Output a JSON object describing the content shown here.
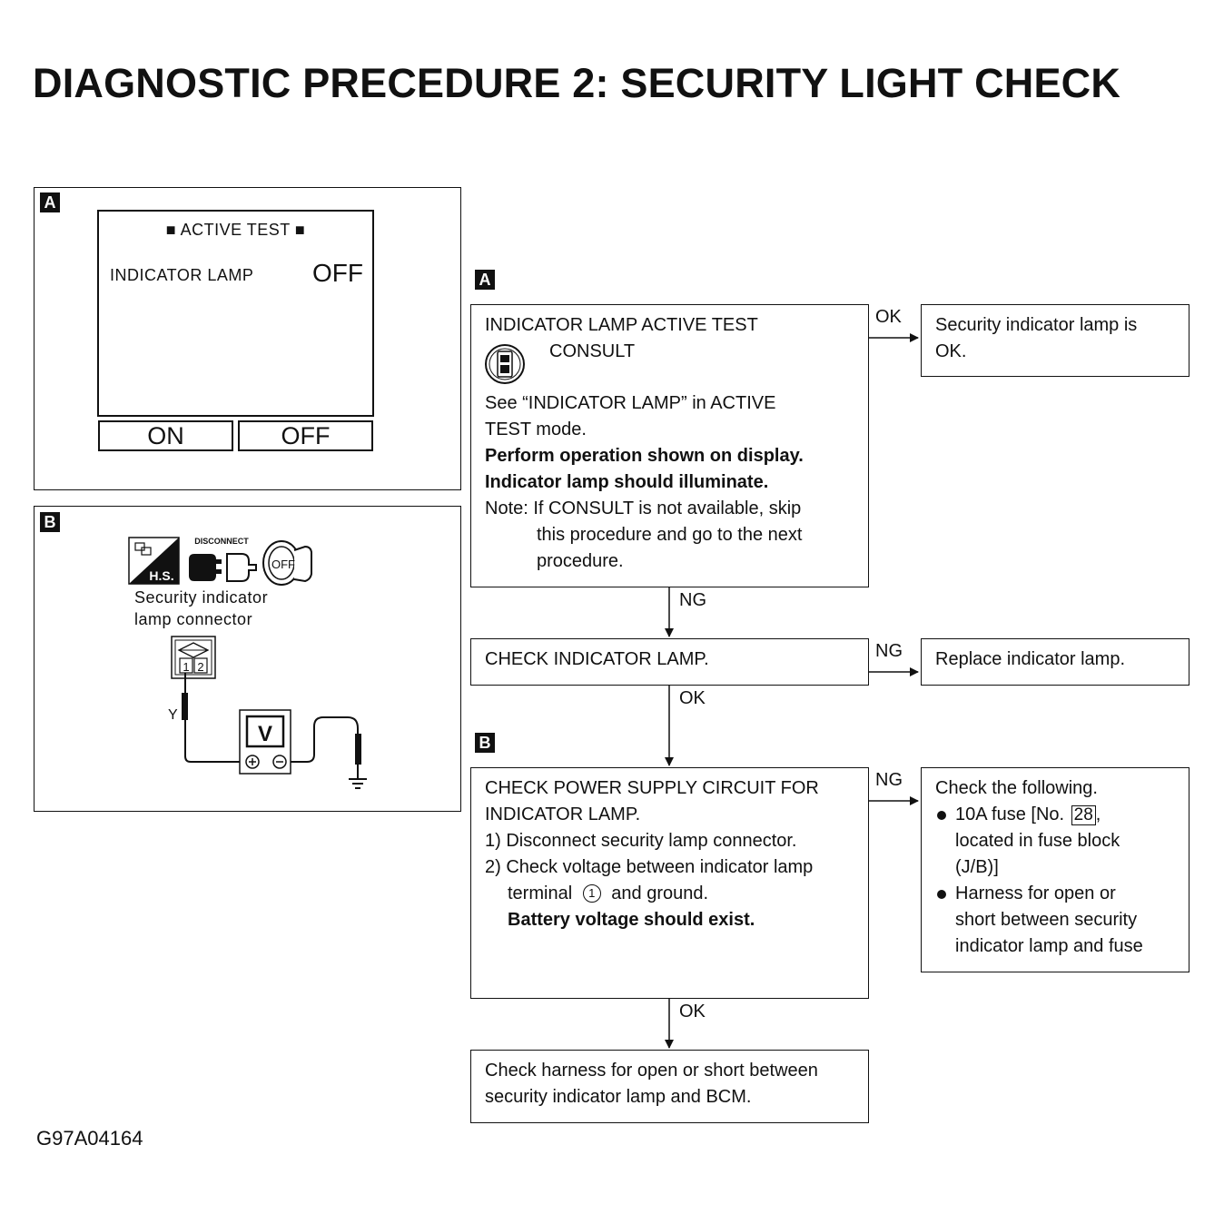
{
  "title": "DIAGNOSTIC PRECEDURE 2: SECURITY LIGHT CHECK",
  "figure_code": "G97A04164",
  "panel_a": {
    "tag": "A",
    "screen_header": "■ ACTIVE TEST ■",
    "item_label": "INDICATOR LAMP",
    "item_value": "OFF",
    "btn_on": "ON",
    "btn_off": "OFF"
  },
  "panel_b": {
    "tag": "B",
    "disconnect_label": "DISCONNECT",
    "hs_label": "H.S.",
    "key_label": "OFF",
    "connector_label_1": "Security indicator",
    "connector_label_2": "lamp connector",
    "pin_1": "1",
    "pin_2": "2",
    "wire_color": "Y",
    "meter_label": "V"
  },
  "flow": {
    "tag_a": "A",
    "tag_b": "B",
    "step1": {
      "title": "INDICATOR LAMP ACTIVE TEST",
      "consult": "CONSULT",
      "line1": "See “INDICATOR LAMP” in ACTIVE",
      "line2": "TEST mode.",
      "line3": "Perform operation shown on display.",
      "line4": "Indicator lamp should illuminate.",
      "note1": "Note: If CONSULT is not available, skip",
      "note2": "this procedure and go to the next",
      "note3": "procedure."
    },
    "step1_ok_label": "OK",
    "step1_ok_result_1": "Security indicator lamp is",
    "step1_ok_result_2": "OK.",
    "step1_ng_label": "NG",
    "step2": {
      "title": "CHECK INDICATOR LAMP."
    },
    "step2_ng_label": "NG",
    "step2_ng_result": "Replace indicator lamp.",
    "step2_ok_label": "OK",
    "step3": {
      "title1": "CHECK POWER SUPPLY CIRCUIT FOR",
      "title2": "INDICATOR LAMP.",
      "s1": "1) Disconnect security lamp connector.",
      "s2": "2) Check voltage between indicator lamp",
      "s3a": "terminal",
      "s3_terminal": "1",
      "s3b": "and ground.",
      "s4": "Battery voltage should exist."
    },
    "step3_ng_label": "NG",
    "step3_ng_result": {
      "head": "Check the following.",
      "b1a": "10A fuse [No.",
      "b1_num": "28",
      "b1b": ",",
      "b1c": "located in fuse block",
      "b1d": "(J/B)]",
      "b2a": "Harness for open or",
      "b2b": "short between security",
      "b2c": "indicator lamp and fuse"
    },
    "step3_ok_label": "OK",
    "step4": {
      "line1": "Check harness for open or short between",
      "line2": "security indicator lamp and BCM."
    }
  }
}
